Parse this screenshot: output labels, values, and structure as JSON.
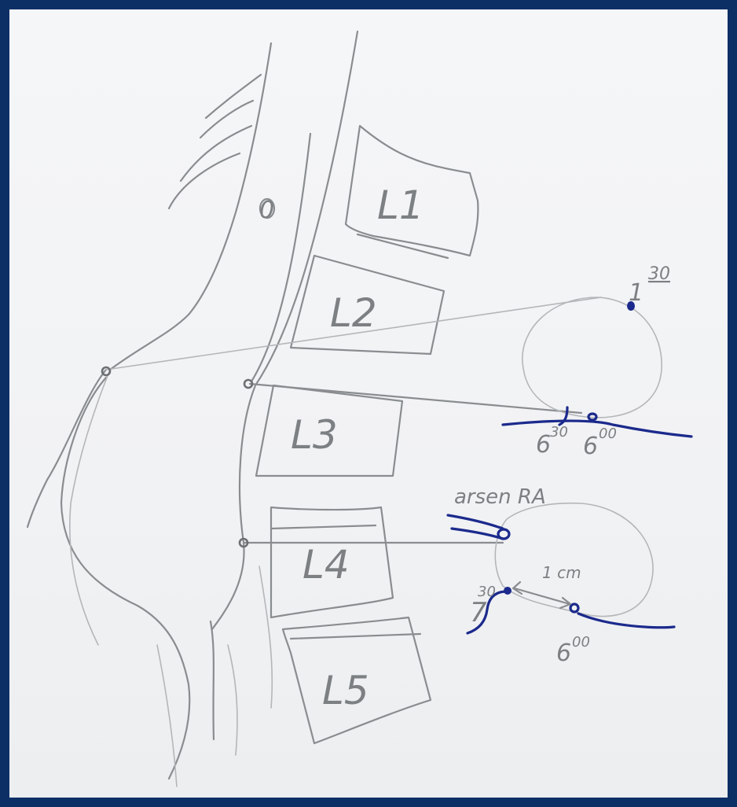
{
  "labels": {
    "l1": "L1",
    "l2": "L2",
    "l3": "L3",
    "l4": "L4",
    "l5": "L5",
    "marker_o": "0",
    "top_clock": "1",
    "top_clock_sup": "30",
    "clock_630": "6",
    "clock_630_sup": "30",
    "clock_600a": "6",
    "clock_600a_sup": "00",
    "region_label": "arsen RA",
    "distance": "1 cm",
    "clock_730": "7",
    "clock_730_sup": "30",
    "clock_600b": "6",
    "clock_600b_sup": "00"
  },
  "colors": {
    "pencil": "#8a8d90",
    "ink": "#1b2a8c",
    "frame": "#0c2f66"
  }
}
